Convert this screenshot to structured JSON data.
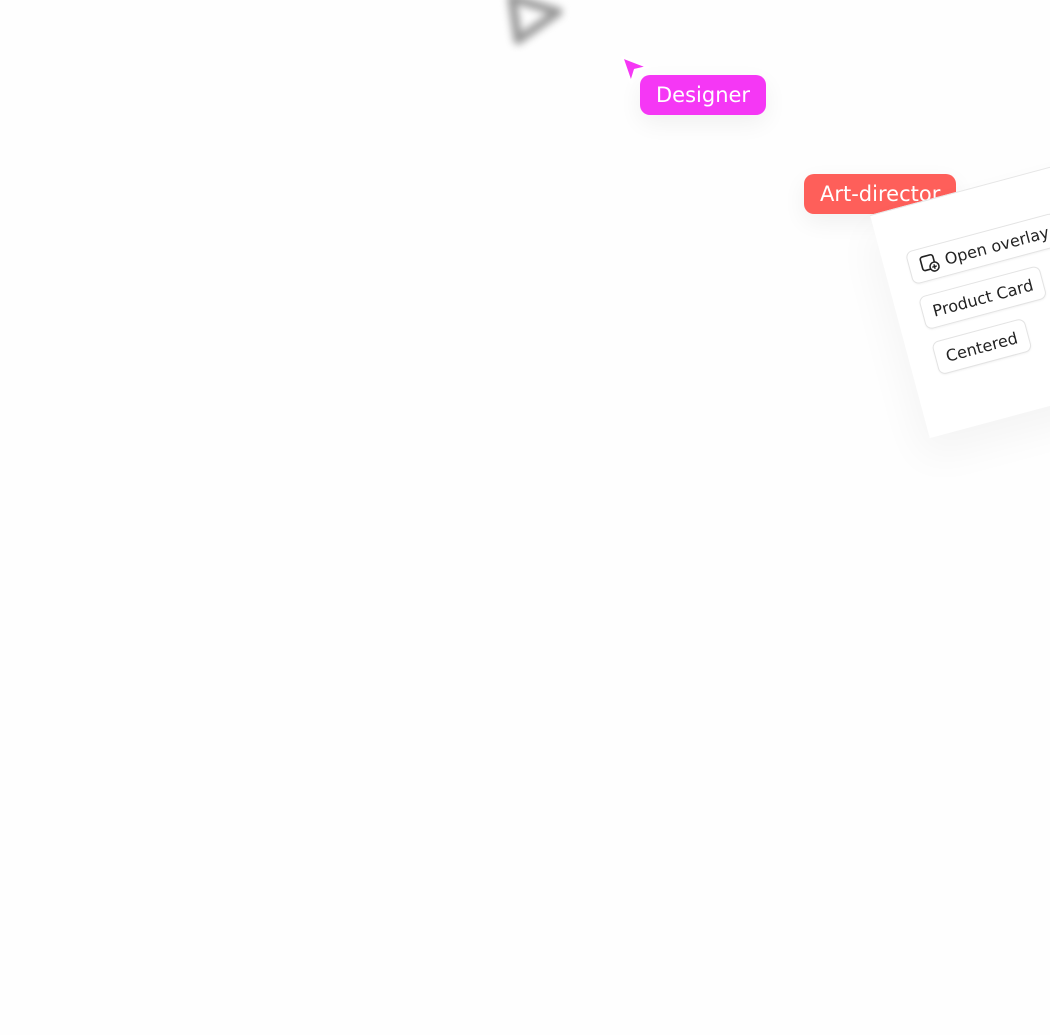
{
  "cursors": [
    {
      "label": "Designer",
      "color": "#f537f5"
    },
    {
      "label": "Art-director",
      "color": "#fe5f5a"
    }
  ],
  "panel": {
    "items": [
      {
        "label": "Open overlay",
        "icon": "window-plus-icon"
      },
      {
        "label": "Product Card"
      },
      {
        "label": "Centered"
      }
    ]
  }
}
